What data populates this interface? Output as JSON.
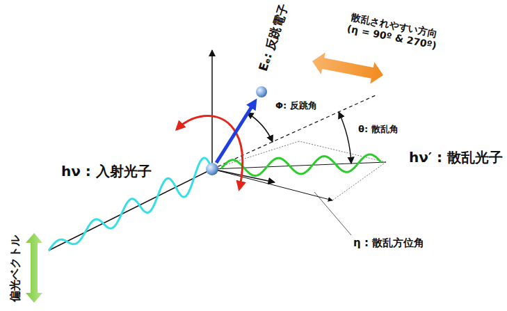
{
  "diagram": {
    "labels": [
      "Eₑ: 反跳電子",
      "散乱されやすい方向 (η = 90º & 270º)",
      "Φ: 反跳角",
      "θ: 散乱角",
      "hν′ : 散乱光子",
      "hν : 入射光子",
      "η : 散乱方位角",
      "偏光ベクトル"
    ]
  }
}
